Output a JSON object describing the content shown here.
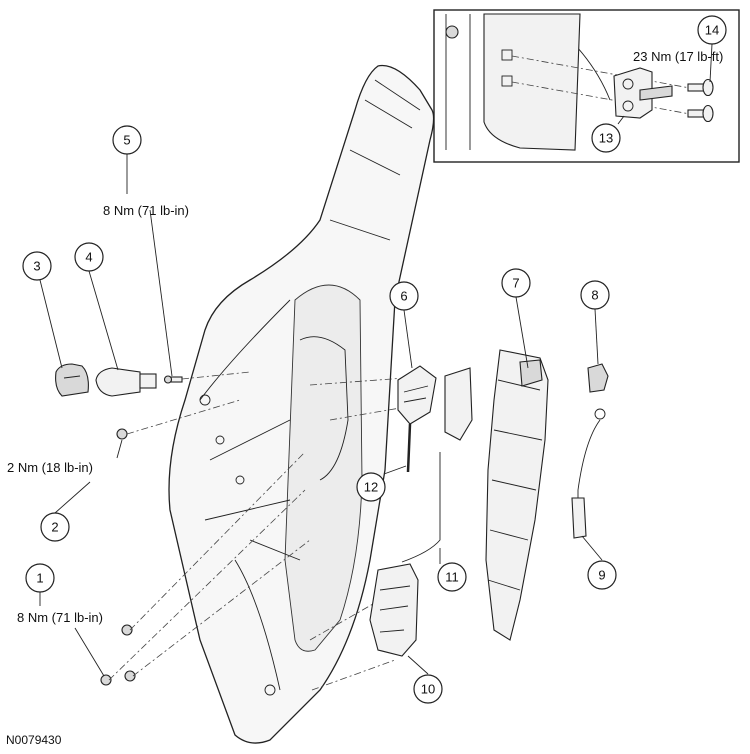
{
  "figure_id": "N0079430",
  "callouts": [
    {
      "num": "1"
    },
    {
      "num": "2"
    },
    {
      "num": "3"
    },
    {
      "num": "4"
    },
    {
      "num": "5"
    },
    {
      "num": "6"
    },
    {
      "num": "7"
    },
    {
      "num": "8"
    },
    {
      "num": "9"
    },
    {
      "num": "10"
    },
    {
      "num": "11"
    },
    {
      "num": "12"
    },
    {
      "num": "13"
    },
    {
      "num": "14"
    }
  ],
  "torque_labels": {
    "item1": "8 Nm (71 lb-in)",
    "item2": "2 Nm (18 lb-in)",
    "item5": "8 Nm (71 lb-in)",
    "item14": "23 Nm (17 lb-ft)"
  }
}
